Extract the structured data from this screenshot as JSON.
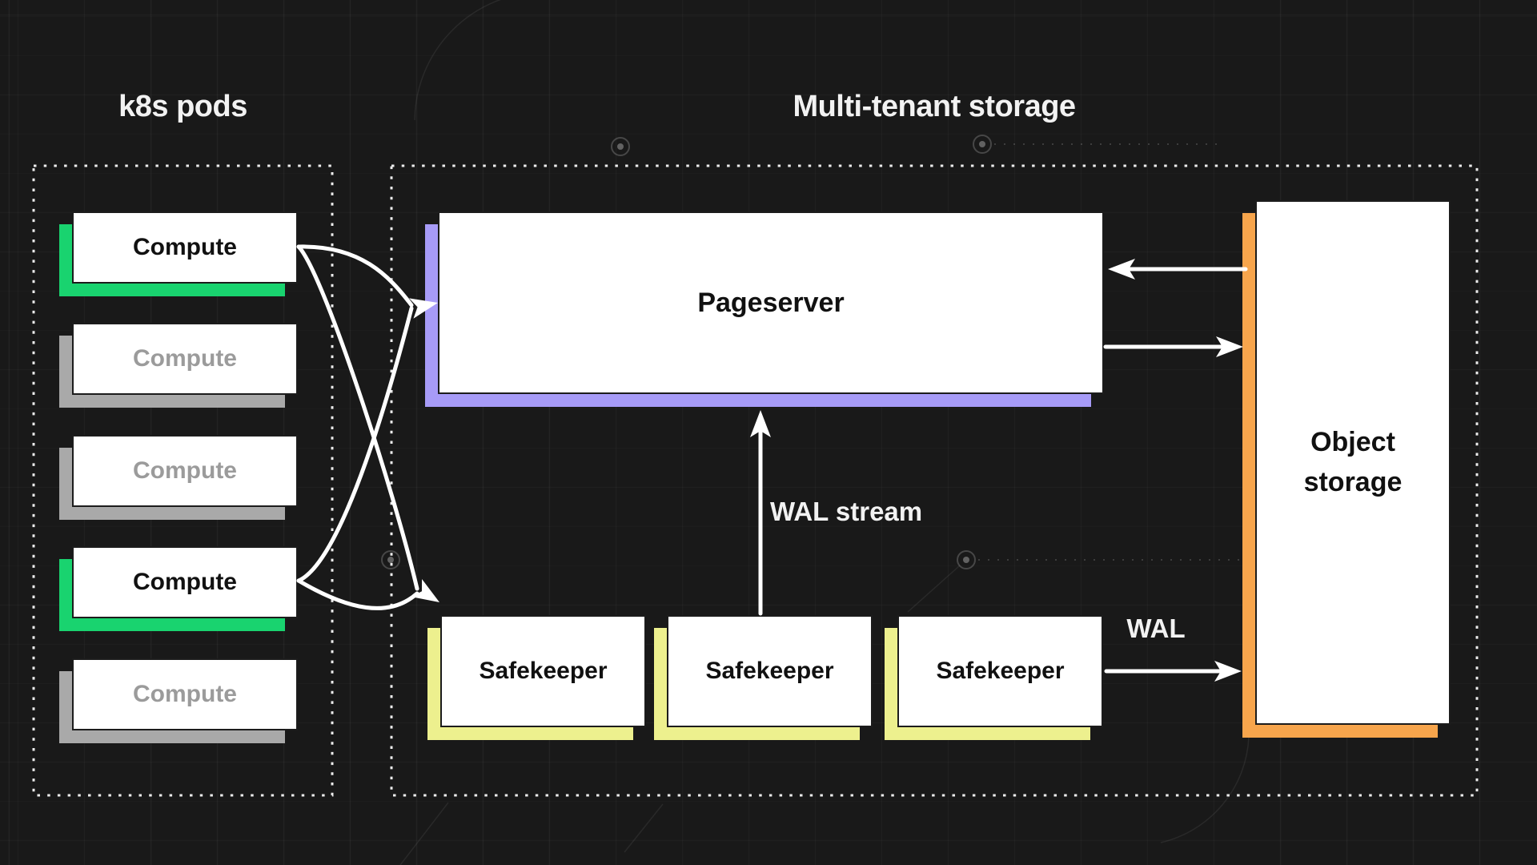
{
  "k8s_panel": {
    "title": "k8s pods",
    "pods": [
      {
        "label": "Compute",
        "state": "active"
      },
      {
        "label": "Compute",
        "state": "inactive"
      },
      {
        "label": "Compute",
        "state": "inactive"
      },
      {
        "label": "Compute",
        "state": "active"
      },
      {
        "label": "Compute",
        "state": "inactive"
      }
    ]
  },
  "storage_panel": {
    "title": "Multi-tenant storage",
    "pageserver": {
      "label": "Pageserver"
    },
    "safekeepers": [
      {
        "label": "Safekeeper"
      },
      {
        "label": "Safekeeper"
      },
      {
        "label": "Safekeeper"
      }
    ],
    "object_storage": {
      "label": "Object storage"
    }
  },
  "annotations": {
    "wal_stream": "WAL stream",
    "wal": "WAL"
  },
  "colors": {
    "bg": "#191919",
    "box_fill": "#ffffff",
    "box_text": "#111111",
    "accent_green": "#19d36f",
    "accent_purple": "#a79bf7",
    "accent_yellow": "#edf08e",
    "accent_orange": "#f7a54c",
    "inactive_gray": "#a9a9a9",
    "inactive_text": "#9b9b9b",
    "border_dots": "#ececec",
    "arrow": "#ffffff",
    "title_text": "#f2f2f2"
  }
}
